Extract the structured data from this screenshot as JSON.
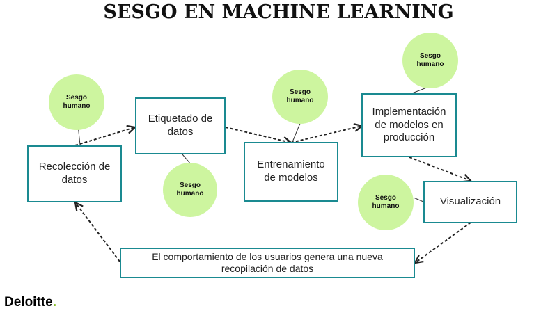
{
  "title": "SESGO EN MACHINE LEARNING",
  "bubble_label": "Sesgo humano",
  "steps": {
    "recoleccion": "Recolección de datos",
    "etiquetado": "Etiquetado de datos",
    "entrenamiento": "Entrenamiento de modelos",
    "implementacion": "Implementación de modelos en producción",
    "visualizacion": "Visualización",
    "comportamiento": "El comportamiento de los usuarios genera una nueva recopilación de datos"
  },
  "logo": {
    "text": "Deloitte",
    "dot": ".",
    "dot_color": "#86bc25"
  },
  "colors": {
    "box_border": "#1a8a91",
    "bubble_fill": "#cdf59f"
  }
}
